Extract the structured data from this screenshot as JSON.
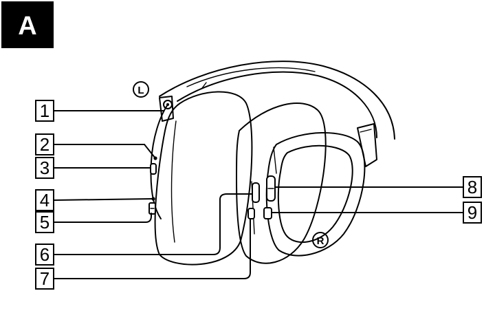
{
  "figure": {
    "panel_label": "A",
    "side_left": "L",
    "side_right": "R",
    "callouts": [
      {
        "id": "1",
        "label": "1"
      },
      {
        "id": "2",
        "label": "2"
      },
      {
        "id": "3",
        "label": "3"
      },
      {
        "id": "4",
        "label": "4"
      },
      {
        "id": "5",
        "label": "5"
      },
      {
        "id": "6",
        "label": "6"
      },
      {
        "id": "7",
        "label": "7"
      },
      {
        "id": "8",
        "label": "8"
      },
      {
        "id": "9",
        "label": "9"
      }
    ]
  }
}
